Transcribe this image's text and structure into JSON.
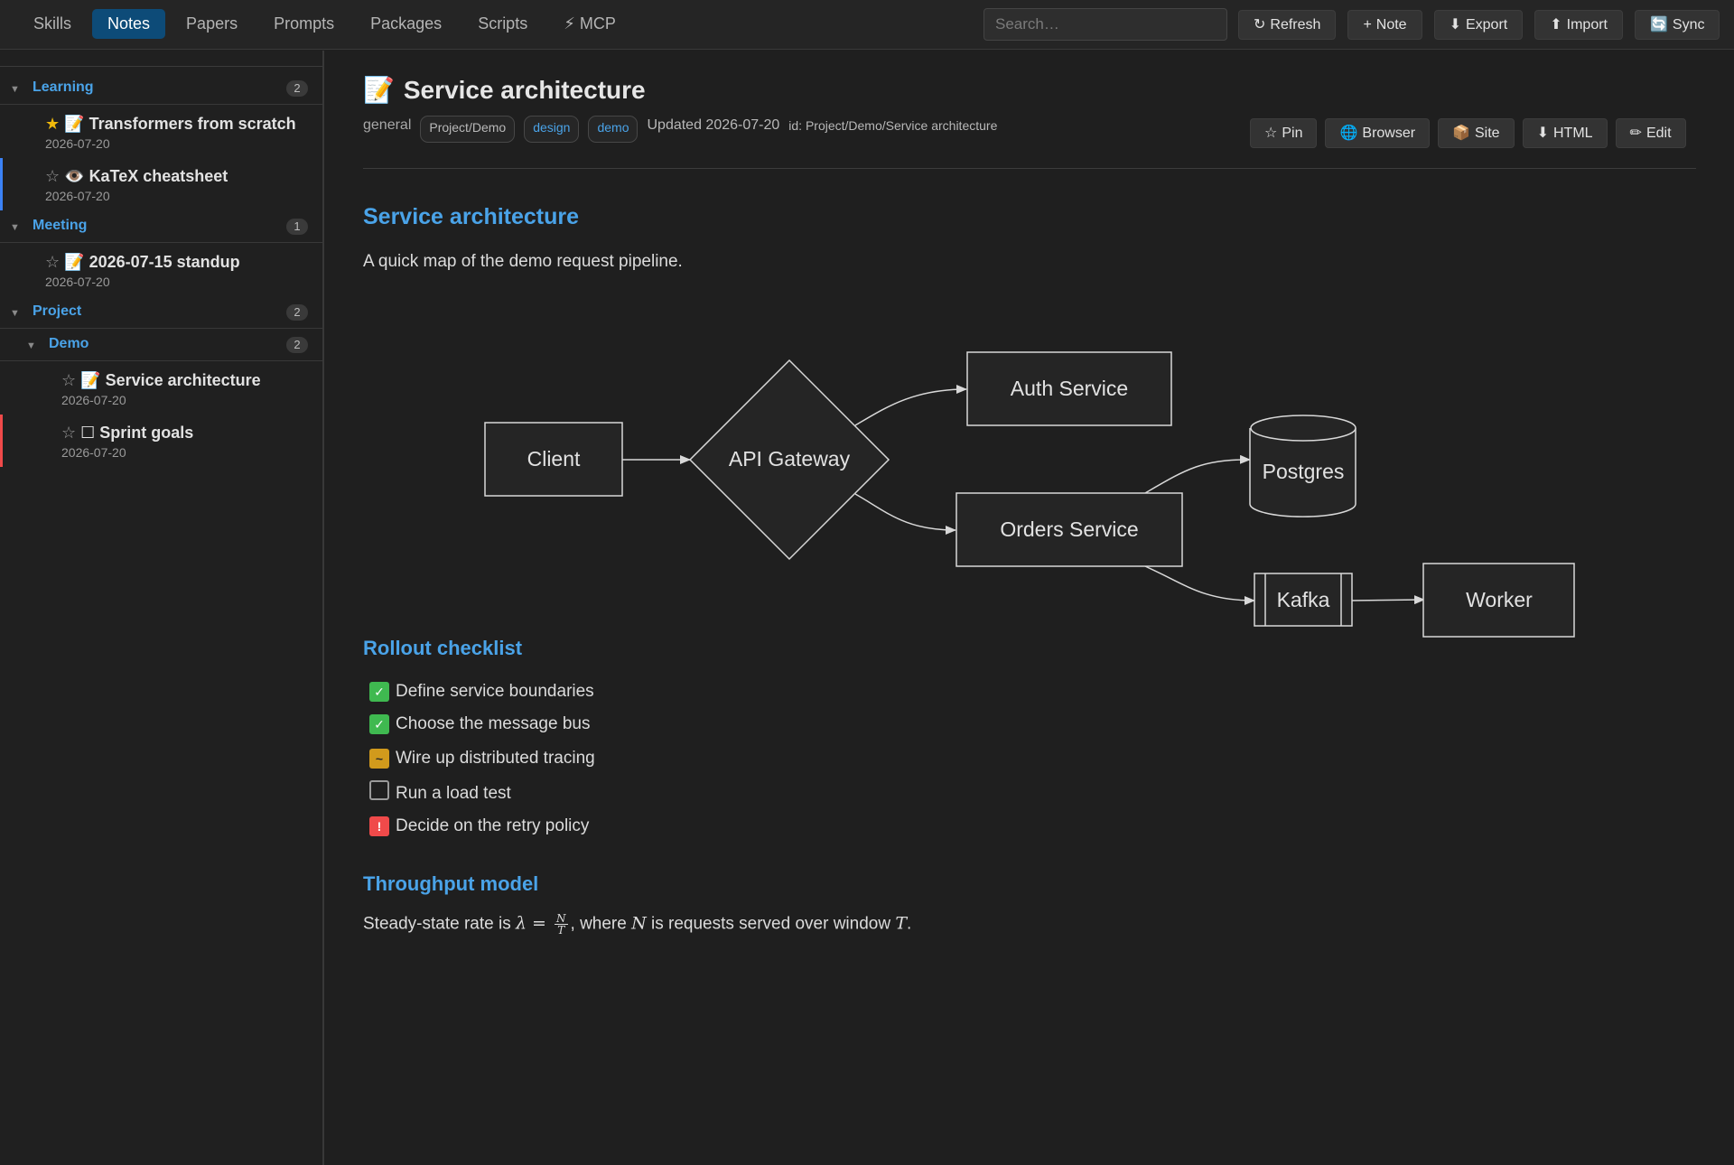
{
  "topbar": {
    "tabs": [
      {
        "label": "Skills"
      },
      {
        "label": "Notes"
      },
      {
        "label": "Papers"
      },
      {
        "label": "Prompts"
      },
      {
        "label": "Packages"
      },
      {
        "label": "Scripts"
      },
      {
        "label": "⚡ MCP"
      }
    ],
    "active_tab": "Notes",
    "search_placeholder": "Search…",
    "actions": [
      {
        "icon": "↻",
        "label": "Refresh"
      },
      {
        "icon": "+",
        "label": "Note"
      },
      {
        "icon": "⬇",
        "label": "Export"
      },
      {
        "icon": "⬆",
        "label": "Import"
      },
      {
        "icon": "🔄",
        "label": "Sync"
      }
    ]
  },
  "sidebar": {
    "groups": {
      "learning": {
        "caret": "▼",
        "label": "Learning",
        "count": "2"
      },
      "meeting": {
        "caret": "▼",
        "label": "Meeting",
        "count": "1"
      },
      "project": {
        "caret": "▼",
        "label": "Project",
        "count": "2"
      },
      "demo": {
        "caret": "▼",
        "label": "Demo",
        "count": "2"
      }
    },
    "notes": {
      "transformers": {
        "star": "★",
        "icon": "📝",
        "title": "Transformers from scratch",
        "date": "2026-07-20"
      },
      "katex": {
        "star": "☆",
        "icon": "👁️",
        "title": "KaTeX cheatsheet",
        "date": "2026-07-20"
      },
      "standup": {
        "star": "☆",
        "icon": "📝",
        "title": "2026-07-15 standup",
        "date": "2026-07-20"
      },
      "architecture": {
        "star": "☆",
        "icon": "📝",
        "title": "Service architecture",
        "date": "2026-07-20"
      },
      "sprint": {
        "star": "☆",
        "icon": "☐",
        "title": "Sprint goals",
        "date": "2026-07-20"
      }
    }
  },
  "doc": {
    "icon": "📝",
    "title": "Service architecture",
    "folder": "general",
    "path_chip": "Project/Demo",
    "tags": [
      "design",
      "demo"
    ],
    "updated": "Updated 2026-07-20",
    "id": "id: Project/Demo/Service architecture",
    "actions": [
      {
        "icon": "☆",
        "label": "Pin"
      },
      {
        "icon": "🌐",
        "label": "Browser"
      },
      {
        "icon": "📦",
        "label": "Site"
      },
      {
        "icon": "⬇",
        "label": "HTML"
      },
      {
        "icon": "✏",
        "label": "Edit"
      }
    ],
    "heading": "Service architecture",
    "intro": "A quick map of the demo request pipeline.",
    "diagram": {
      "nodes": {
        "client": "Client",
        "gateway": "API Gateway",
        "auth": "Auth Service",
        "orders": "Orders Service",
        "postgres": "Postgres",
        "kafka": "Kafka",
        "worker": "Worker"
      }
    },
    "checklist_heading": "Rollout checklist",
    "checklist": [
      {
        "mark": "✓",
        "text": "Define service boundaries"
      },
      {
        "mark": "✓",
        "text": "Choose the message bus"
      },
      {
        "mark": "~",
        "text": "Wire up distributed tracing"
      },
      {
        "mark": "",
        "text": "Run a load test"
      },
      {
        "mark": "!",
        "text": "Decide on the retry policy"
      }
    ],
    "throughput_heading": "Throughput model",
    "throughput": {
      "prefix": "Steady-state rate is ",
      "lambda": "λ",
      "eq": " = ",
      "num": "N",
      "den": "T",
      "mid": ", where ",
      "var_n": "N",
      "rest": " is requests served over window ",
      "var_t": "T",
      "end": "."
    }
  },
  "colors": {
    "accent": "#4aa3e8",
    "active_tab": "#0d4b78",
    "done": "#3fb950",
    "in_progress": "#d19a1c",
    "blocked": "#f04a4a",
    "star_active": "#f0b90b"
  }
}
